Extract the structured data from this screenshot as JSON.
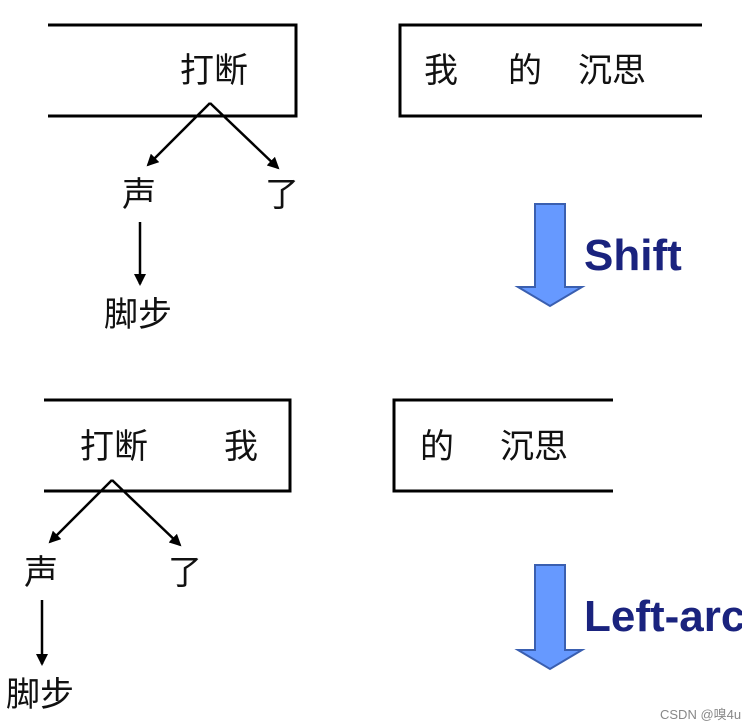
{
  "panels": [
    {
      "stack_words": [
        "打断"
      ],
      "buffer_words": [
        "我",
        "的",
        "沉思"
      ],
      "tree": {
        "root": "打断",
        "children": [
          "声",
          "了"
        ],
        "grandchild": "脚步"
      }
    },
    {
      "stack_words": [
        "打断",
        "我"
      ],
      "buffer_words": [
        "的",
        "沉思"
      ],
      "tree": {
        "root": "打断",
        "children": [
          "声",
          "了"
        ],
        "grandchild": "脚步"
      }
    }
  ],
  "actions": [
    "Shift",
    "Left-arc"
  ],
  "colors": {
    "arrow_fill": "#6699ff",
    "arrow_stroke": "#3a5fb0",
    "action_text": "#1a237e",
    "lines": "#000000"
  },
  "watermark": "CSDN @嗅4u"
}
